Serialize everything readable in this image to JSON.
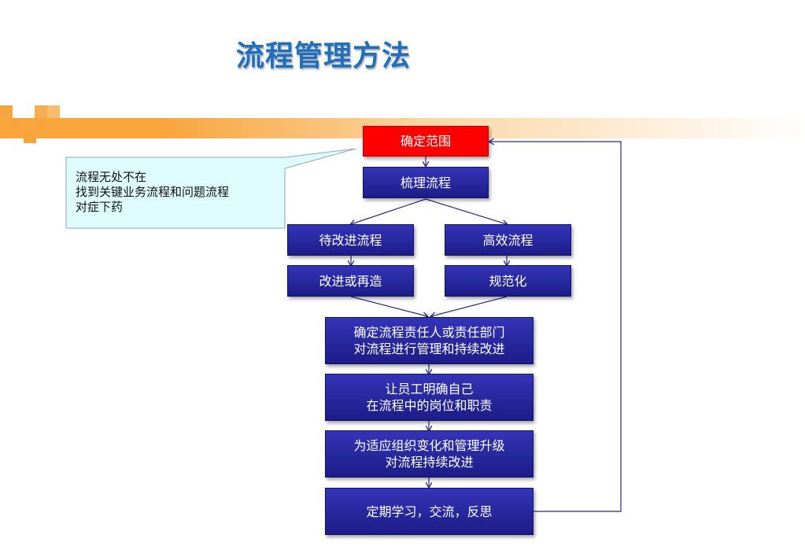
{
  "title": "流程管理方法",
  "callout": {
    "lines": [
      "流程无处不在",
      "找到关键业务流程和问题流程",
      "对症下药"
    ]
  },
  "steps": {
    "scope": "确定范围",
    "sort": "梳理流程",
    "to_improve": "待改进流程",
    "efficient": "高效流程",
    "improve": "改进或再造",
    "standardize": "规范化",
    "owner": [
      "确定流程责任人或责任部门",
      "对流程进行管理和持续改进"
    ],
    "clarify": [
      "让员工明确自己",
      "在流程中的岗位和职责"
    ],
    "adapt": [
      "为适应组织变化和管理升级",
      "对流程持续改进"
    ],
    "review": "定期学习，交流，反思"
  },
  "colors": {
    "box_blue": "#2a2aa8",
    "highlight": "#ff0000",
    "title_blue": "#1f6fc0",
    "accent_orange": "#f6a440",
    "callout_fill": "#dffcfc"
  }
}
